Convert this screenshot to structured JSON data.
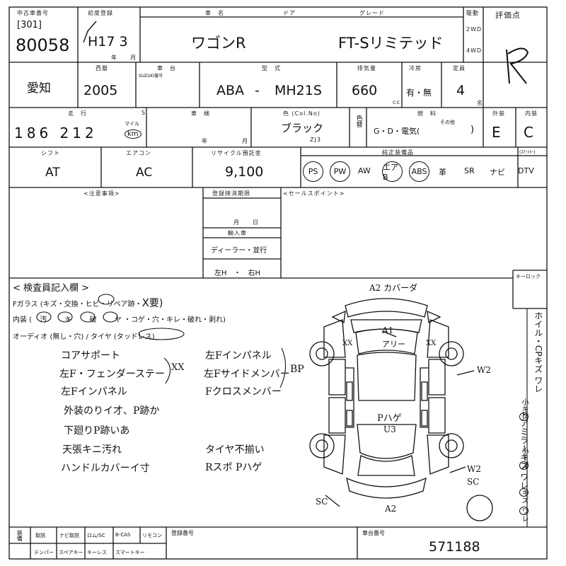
{
  "header": {
    "lot_label": "中古車番号",
    "lot_bracket": "[301]",
    "lot_number": "80058",
    "first_reg_label": "初度登録",
    "first_reg": "H17 3",
    "year_unit": "年",
    "month_unit": "月",
    "model_label": "車　名",
    "model": "ワゴンR",
    "door_label": "ドア",
    "grade_label": "グレード",
    "grade": "FT-Sリミテッド",
    "drive_label": "駆動",
    "drive_2wd": "2WD",
    "drive_4wd": "4WD",
    "score_label": "評価点",
    "score": "R"
  },
  "row2": {
    "area": "愛知",
    "year_label": "西暦",
    "year": "2005",
    "chassis_label": "車　台",
    "chassis_sub": "SUZUKI番号",
    "type_label": "型　式",
    "type_prefix": "ABA",
    "type_dash": "-",
    "type_code": "MH21S",
    "cc_label": "排気量",
    "cc": "660",
    "cc_unit": "cc",
    "ac_label": "冷房",
    "ac_options": "有・無",
    "capacity_label": "定員",
    "capacity": "4",
    "capacity_unit": "名"
  },
  "row3": {
    "mileage_label": "走　行",
    "mileage": "186 212",
    "mileage_unit_top": "マイル",
    "mileage_unit": "km",
    "check_label": "S",
    "inspection_label": "車　検",
    "year_unit": "年",
    "month_unit": "月",
    "color_label": "色 (Col.No)",
    "color": "ブラック",
    "color_code": "ZJ3",
    "color_change_label": "色替",
    "fuel_label": "燃　料",
    "fuel_options": "G・D・電気(",
    "fuel_other": "その他",
    "fuel_close": ")",
    "exterior_label": "外装",
    "exterior": "E",
    "interior_label": "内装",
    "interior": "C"
  },
  "row4": {
    "shift_label": "シフト",
    "shift": "AT",
    "aircon_label": "エアコン",
    "aircon": "AC",
    "recycle_label": "リサイクル預託金",
    "recycle": "9,100",
    "equip_label": "純正装備品",
    "equipment": [
      "PS",
      "PW",
      "AW",
      "エアB",
      "ABS",
      "革",
      "SR",
      "ナビ",
      "DTV"
    ],
    "equipment_circled": [
      "PS",
      "PW",
      "エアB",
      "ABS"
    ],
    "equip_extra": "(ｽﾏｰﾄｷｰ)"
  },
  "notes": {
    "caution_label": "<注意事項>",
    "period_label": "登録抹消期限",
    "period_md": "月　　日",
    "import_label": "輸入車",
    "import_dealer": "ディーラー・並行",
    "import_handle": "左H　・　右H",
    "sales_point_label": "<セールスポイント>"
  },
  "inspector": {
    "section_label": "< 検査員記入欄 >",
    "glass_line": "Fガラス (キズ・",
    "glass_circled": "交換",
    "glass_rest": "・ヒビ・リペア跡・",
    "glass_x": "X",
    "glass_need": "要)",
    "interior_line_prefix": "内装 (",
    "interior_items": [
      "汚",
      "キ",
      "破",
      "ヤ"
    ],
    "interior_line_rest": "・コゲ・穴・キレ・破れ・剥れ)",
    "audio_line": "オーディオ (無し・穴) / タイヤ (",
    "audio_circled": "タッドレス",
    "audio_close": ")",
    "notes_left": [
      "コアサポート",
      "左F・フェンダーステー",
      "左Fインパネル",
      "外装のりイ才、P跡か",
      "下廻りP跡いあ",
      "天張キニ汚れ",
      "ハンドルカバーイ寸"
    ],
    "notes_mid": [
      "左Fインパネル",
      "左Fサイドメンバー",
      "Fクロスメンバー"
    ],
    "notes_mid_tag": "BP",
    "xx_tag": "XX",
    "notes_bottom": [
      "タイヤ不揃い",
      "Rスポ Pハゲ"
    ]
  },
  "diagram": {
    "top_note": "A2 カバーダ",
    "roof_note_1": "A1",
    "roof_note_2": "アリー",
    "center_note_1": "Pハゲ",
    "center_note_2": "U3",
    "right_note": "W2",
    "right_low_note_1": "W2",
    "right_low_note_2": "SC",
    "left_low_note": "SC",
    "bottom_note": "A2",
    "left_xx": "XX",
    "right_xx": "XX",
    "keyless_label": "キーロック"
  },
  "right_vertical": {
    "col1": "ホイル・CPキズ ワレ",
    "col2": "ドアミラーキズ ワレ",
    "small1": "小キ",
    "small1_circled": "ズ",
    "small2": "小ー",
    "small2_circled": "ズ",
    "small3_circled": "キ",
    "small3": "ズ",
    "small4_circled": "ワ",
    "small4": "レ"
  },
  "footer": {
    "keys_label": "装備",
    "cells_top": [
      "取説",
      "ナビ取説",
      "ロム/SC",
      "B-CAS",
      "リモコン"
    ],
    "cells_bottom": [
      "テンパー",
      "スペアキー",
      "キーレス",
      "スマートキー"
    ],
    "register_label": "登録番号",
    "chassis_no_label": "車台番号",
    "chassis_no": "571188"
  }
}
